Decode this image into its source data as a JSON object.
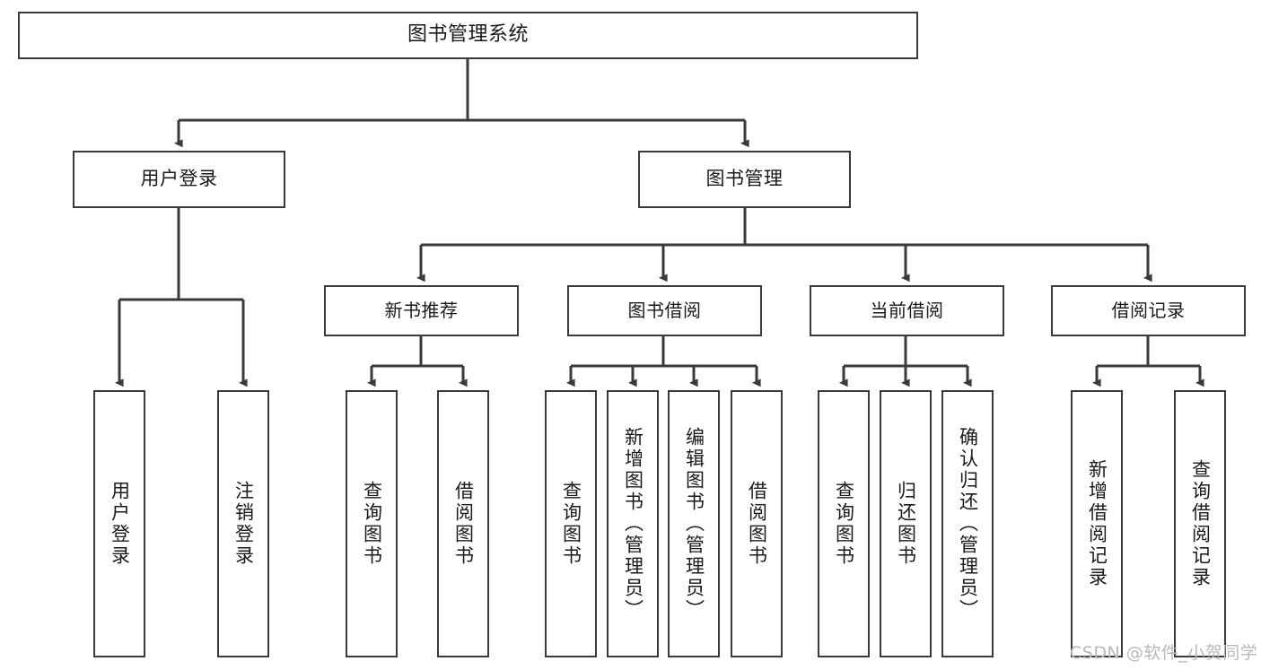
{
  "diagram": {
    "title": "图书管理系统",
    "type": "tree",
    "theme": {
      "background": "#ffffff",
      "box_border": "#3a3a3a",
      "box_fill": "#ffffff",
      "text": "#1a1a1a",
      "connector": "#3a3a3a",
      "watermark": "#b9b9b9"
    },
    "root": {
      "label": "图书管理系统"
    },
    "level2": [
      {
        "label": "用户登录"
      },
      {
        "label": "图书管理"
      }
    ],
    "level3": [
      {
        "label": "新书推荐"
      },
      {
        "label": "图书借阅"
      },
      {
        "label": "当前借阅"
      },
      {
        "label": "借阅记录"
      }
    ],
    "leaves": {
      "user_login": [
        {
          "label": "用户登录"
        },
        {
          "label": "注销登录"
        }
      ],
      "new_book": [
        {
          "label": "查询图书"
        },
        {
          "label": "借阅图书"
        }
      ],
      "book_borrow": [
        {
          "label": "查询图书"
        },
        {
          "label": "新增图书（管理员）"
        },
        {
          "label": "编辑图书（管理员）"
        },
        {
          "label": "借阅图书"
        }
      ],
      "current_borrow": [
        {
          "label": "查询图书"
        },
        {
          "label": "归还图书"
        },
        {
          "label": "确认归还（管理员）"
        }
      ],
      "borrow_record": [
        {
          "label": "新增借阅记录"
        },
        {
          "label": "查询借阅记录"
        }
      ]
    }
  },
  "watermark": {
    "text": "CSDN @软件_小贺同学"
  }
}
